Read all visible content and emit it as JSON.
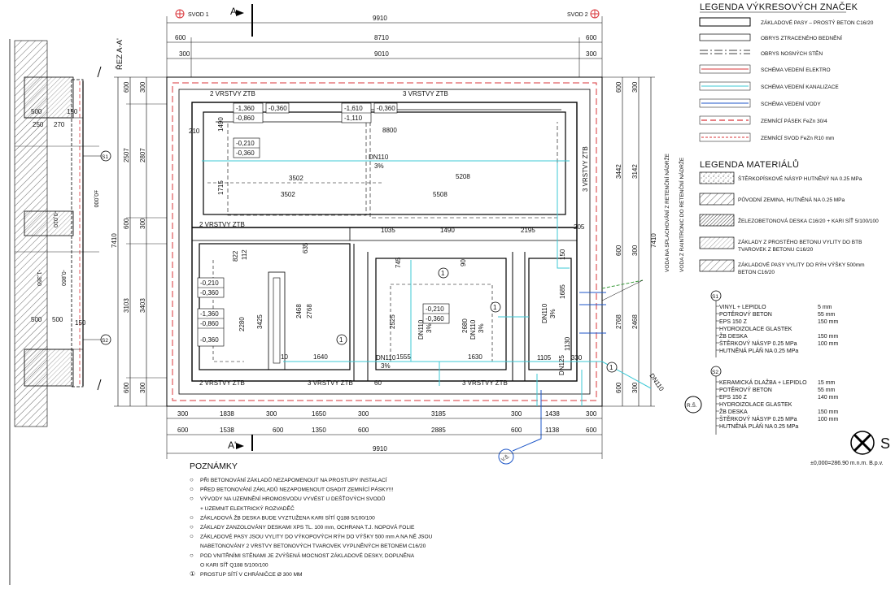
{
  "plan": {
    "section_label": "ŘEZ A-A'",
    "svod_left": "SVOD 1",
    "svod_right": "SVOD 2",
    "section_marker": "A",
    "section_marker_prime": "A'",
    "dims_top": [
      "9910",
      "8710",
      "9010",
      "600",
      "600",
      "300",
      "300"
    ],
    "dims_bottom_1": [
      "300",
      "1838",
      "300",
      "1650",
      "300",
      "3185",
      "300",
      "1438",
      "300"
    ],
    "dims_bottom_2": [
      "600",
      "1538",
      "600",
      "1350",
      "600",
      "2885",
      "600",
      "1138",
      "600"
    ],
    "dims_bottom_total": "9910",
    "dims_left": [
      "600",
      "300",
      "2507",
      "2807",
      "600",
      "300",
      "3103",
      "3403",
      "600",
      "300",
      "7410"
    ],
    "dims_right": [
      "600",
      "300",
      "3442",
      "3142",
      "600",
      "300",
      "2768",
      "2468",
      "600",
      "300",
      "7410"
    ],
    "zt_labels": [
      "2 VRSTVY ZTB",
      "3 VRSTVY ZTB",
      "2 VRSTVY ZTB",
      "2 VRSTVY ZTB",
      "3 VRSTVY ZTB",
      "3 VRSTVY ZTB",
      "3 VRSTVY ZTB"
    ],
    "levels": [
      [
        "-1,360",
        "-0,360",
        "-0,860"
      ],
      [
        "-1,610",
        "-0,360",
        "-1,110"
      ],
      [
        "-0,210",
        "-0,360"
      ],
      [
        "-0,210",
        "-0,360"
      ],
      [
        "-1,360",
        "-0,860",
        "-0,360"
      ],
      [
        "-0,210",
        "-0,360"
      ]
    ],
    "inner_dims": [
      "8800",
      "5208",
      "3502",
      "3502",
      "5508",
      "1715",
      "1490",
      "210",
      "205",
      "1035",
      "1490",
      "2195",
      "2280",
      "3425",
      "2468",
      "2768",
      "2525",
      "2680",
      "1685",
      "1130",
      "1105",
      "330",
      "1640",
      "1555",
      "1630",
      "635",
      "822",
      "112",
      "745",
      "90",
      "150",
      "10",
      "60"
    ],
    "pipe_labels": [
      "DN110",
      "3%",
      "DN110",
      "3%",
      "DN110",
      "3%",
      "DN110",
      "3%",
      "DN110",
      "3%",
      "DN110",
      "DN125"
    ],
    "vertical_notes": [
      "VODA NA SPLACHOVÁNÍ Z RETENČNÍ NÁDRŽE",
      "VODA Z RAINTRONIC DO RETENČNÍ NÁDRŽE"
    ],
    "circle_marker": "1",
    "s_markers": [
      "S1",
      "S2"
    ],
    "rs": "R.Š.",
    "vs": "V.Š.",
    "section_side_dims": [
      "500",
      "250",
      "150",
      "270",
      "500",
      "500",
      "150"
    ],
    "section_side_levels": [
      "-0,010",
      "±0,000",
      "-1,360",
      "-0,860"
    ]
  },
  "legend": {
    "title": "LEGENDA VÝKRESOVÝCH ZNAČEK",
    "rows": [
      "ZÁKLADOVÉ PASY – PROSTÝ BETON C16/20",
      "OBRYS ZTRACENÉHO BEDNĚNÍ",
      "OBRYS NOSNÝCH STĚN",
      "SCHÉMA VEDENÍ ELEKTRO",
      "SCHÉMA VEDENÍ KANALIZACE",
      "SCHÉMA VEDENÍ VODY",
      "ZEMNÍCÍ PÁSEK FeZn 30/4",
      "ZEMNÍCÍ SVOD FeZn R10 mm"
    ],
    "colors": [
      "#000000",
      "#000000",
      "#000000",
      "#d9343a",
      "#3cc9d6",
      "#1d56c8",
      "#d9343a",
      "#d9343a"
    ]
  },
  "materials": {
    "title": "LEGENDA MATERIÁLŮ",
    "rows": [
      "ŠTĚRKOPÍSKOVÉ NÁSYP HUTNĚNÝ NA 0.25 MPa",
      "PŮVODNÍ ZEMINA, HUTNĚNÁ NA 0.25 MPa",
      "ŽELEZOBETONOVÁ DESKA C16/20 + KARI SÍŤ 5/100/100",
      "ZÁKLADY Z PROSTÉHO BETONU VYLITY DO BTB",
      "ZÁKLADOVÉ PASY VYLITY DO RÝH VÝŠKY 500mm"
    ],
    "rows_line2": [
      "",
      "",
      "",
      "TVAROVEK Z BETONU C16/20",
      "BETON C16/20"
    ]
  },
  "s1": {
    "marker": "S1",
    "layers": [
      [
        "VINYL + LEPIDLO",
        "5 mm"
      ],
      [
        "POTĚROVÝ BETON",
        "55 mm"
      ],
      [
        "EPS 150 Z",
        "150 mm"
      ],
      [
        "HYDROIZOLACE GLASTEK",
        ""
      ],
      [
        "ŽB DESKA",
        "150 mm"
      ],
      [
        "ŠTĚRKOVÝ NÁSYP 0.25 MPa",
        "100 mm"
      ],
      [
        "HUTNĚNÁ PLÁŇ NA 0.25 MPa",
        ""
      ]
    ]
  },
  "s2": {
    "marker": "S2",
    "layers": [
      [
        "KERAMICKÁ DLAŽBA + LEPIDLO",
        "15 mm"
      ],
      [
        "POTĚROVÝ BETON",
        "55 mm"
      ],
      [
        "EPS 150 Z",
        "140 mm"
      ],
      [
        "HYDROIZOLACE GLASTEK",
        ""
      ],
      [
        "ŽB DESKA",
        "150 mm"
      ],
      [
        "ŠTĚRKOVÝ NÁSYP 0.25 MPa",
        "100 mm"
      ],
      [
        "HUTNĚNÁ PLÁŇ NA 0.25 MPa",
        ""
      ]
    ]
  },
  "north": {
    "letter": "S",
    "elevation": "±0,000=286.90  m.n.m. B.p.v."
  },
  "notes": {
    "title": "POZNÁMKY",
    "items": [
      "PŘI BETONOVÁNÍ ZÁKLADŮ NEZAPOMENOUT NA PROSTUPY INSTALACÍ",
      "PŘED BETONOVÁNÍ ZÁKLADŮ NEZAPOMENOUT OSADIT ZEMNÍCÍ PÁSKY!!!",
      "VÝVODY NA UZEMNĚNÍ HROMOSVODU VYVÉST U DEŠŤOVÝCH SVODŮ",
      "+ UZEMNIT ELEKTRICKÝ ROZVADĚČ",
      "ZÁKLADOVÁ ŽB DESKA BUDE VYZTUŽENA KARI SÍTÍ Q188 5/100/100",
      "ZÁKLADY ZANZOLOVÁNY DESKAMI XPS TL. 100 mm, OCHRANA T.J. NOPOVÁ FOLIE",
      "ZÁKLADOVÉ PASY JSOU VYLITY DO VÝKOPOVÝCH RÝH DO VÝŠKY 500 mm A NA NĚ JSOU",
      "NABETONOVÁNY 2 VRSTVY BETONOVÝCH TVAROVEK VYPLNĚNÝCH BETONEM C16/20",
      "POD VNITŘNÍMI STĚNAMI JE ZVÝŠENÁ MOCNOST ZÁKLADOVÉ DESKY, DOPLNĚNA",
      "O KARI SÍŤ Q188 5/100/100",
      "PROSTUP SÍTÍ V CHRÁNIČCE Ø 300 MM"
    ],
    "bullets": [
      "○",
      "○",
      "○",
      "",
      "○",
      "○",
      "○",
      "",
      "○",
      "",
      "①"
    ]
  }
}
